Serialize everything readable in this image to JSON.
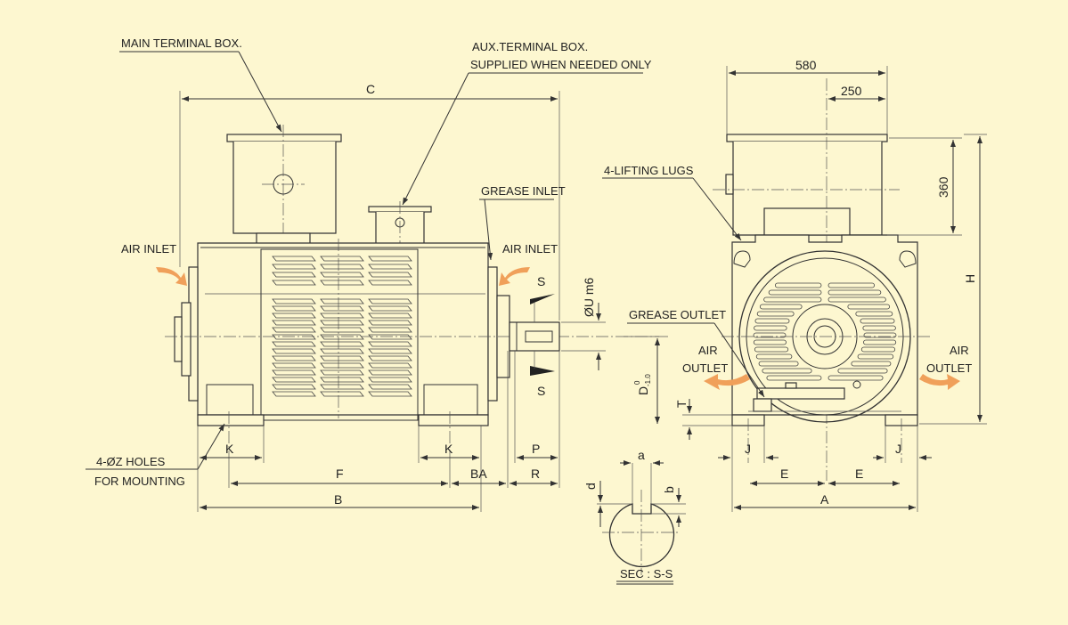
{
  "labels": {
    "main_terminal_box": "MAIN TERMINAL BOX.",
    "aux_terminal_box_1": "AUX.TERMINAL BOX.",
    "aux_terminal_box_2": "SUPPLIED WHEN NEEDED ONLY",
    "grease_inlet": "GREASE INLET",
    "air_inlet_left": "AIR INLET",
    "air_inlet_right": "AIR INLET",
    "mounting_holes_1": "4-ØZ HOLES",
    "mounting_holes_2": "FOR MOUNTING",
    "lifting_lugs": "4-LIFTING LUGS",
    "grease_outlet": "GREASE OUTLET",
    "air_outlet_left_1": "AIR",
    "air_outlet_left_2": "OUTLET",
    "air_outlet_right_1": "AIR",
    "air_outlet_right_2": "OUTLET",
    "section_s_top": "S",
    "section_s_bottom": "S",
    "section_title": "SEC : S-S"
  },
  "dimensions": {
    "c": "C",
    "f": "F",
    "b": "B",
    "ba": "BA",
    "k_left": "K",
    "k_right": "K",
    "p": "P",
    "r": "R",
    "shaft_dia": "ØU m6",
    "d": "D",
    "d_tol_upper": "0",
    "d_tol_lower": "-1.0",
    "t": "T",
    "w580": "580",
    "w250": "250",
    "h360": "360",
    "h": "H",
    "j_left": "J",
    "j_right": "J",
    "e_left": "E",
    "e_right": "E",
    "a": "A",
    "key_a": "a",
    "key_b": "b",
    "key_d": "d"
  },
  "colors": {
    "background": "#fdf7d0",
    "line": "#333333",
    "airflow_arrow": "#f0a05a"
  }
}
